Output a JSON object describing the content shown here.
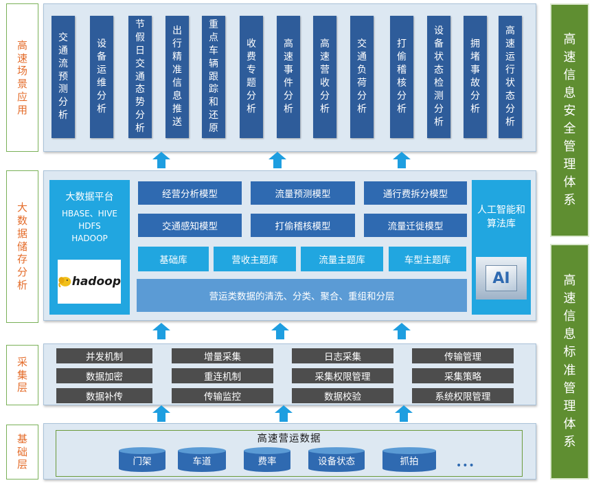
{
  "layers": {
    "scene": "高速场景应用",
    "bigdata": "大数据储存分析",
    "collect": "采集层",
    "base": "基础层"
  },
  "scenarios": [
    "交通流预测分析",
    "设备运维分析",
    "节假日交通态势分析",
    "出行精准信息推送",
    "重点车辆跟踪和还原",
    "收费专题分析",
    "高速事件分析",
    "高速营收分析",
    "交通负荷分析",
    "打偷稽核分析",
    "设备状态检测分析",
    "拥堵事故分析",
    "高速运行状态分析"
  ],
  "platform": {
    "title": "大数据平台",
    "lines": [
      "HBASE、HIVE",
      "HDFS",
      "HADOOP"
    ],
    "logo": "hadoop"
  },
  "models": [
    "经营分析模型",
    "流量预测模型",
    "通行费拆分模型",
    "交通感知模型",
    "打偷稽核模型",
    "流量迁徙模型"
  ],
  "libraries": [
    "基础库",
    "营收主题库",
    "流量主题库",
    "车型主题库"
  ],
  "cleaning": "营运类数据的清洗、分类、聚合、重组和分层",
  "ai": {
    "title": "人工智能和算法库",
    "logo": "AI"
  },
  "collection": [
    "并发机制",
    "增量采集",
    "日志采集",
    "传输管理",
    "数据加密",
    "重连机制",
    "采集权限管理",
    "采集策略",
    "数据补传",
    "传输监控",
    "数据校验",
    "系统权限管理"
  ],
  "base": {
    "title": "高速营运数据",
    "items": [
      "门架",
      "车道",
      "费率",
      "设备状态",
      "抓拍"
    ],
    "more": "•••"
  },
  "systems": [
    "高速信息安全管理体系",
    "高速信息标准管理体系"
  ],
  "colors": {
    "accent": "#e46c2a",
    "scene_box": "#2e5c9a",
    "model_box": "#2f6ab1",
    "lib_box": "#21a6e0",
    "collect_box": "#4d4d4d",
    "system_box": "#5f8e31",
    "arrow": "#1e9ee0"
  }
}
